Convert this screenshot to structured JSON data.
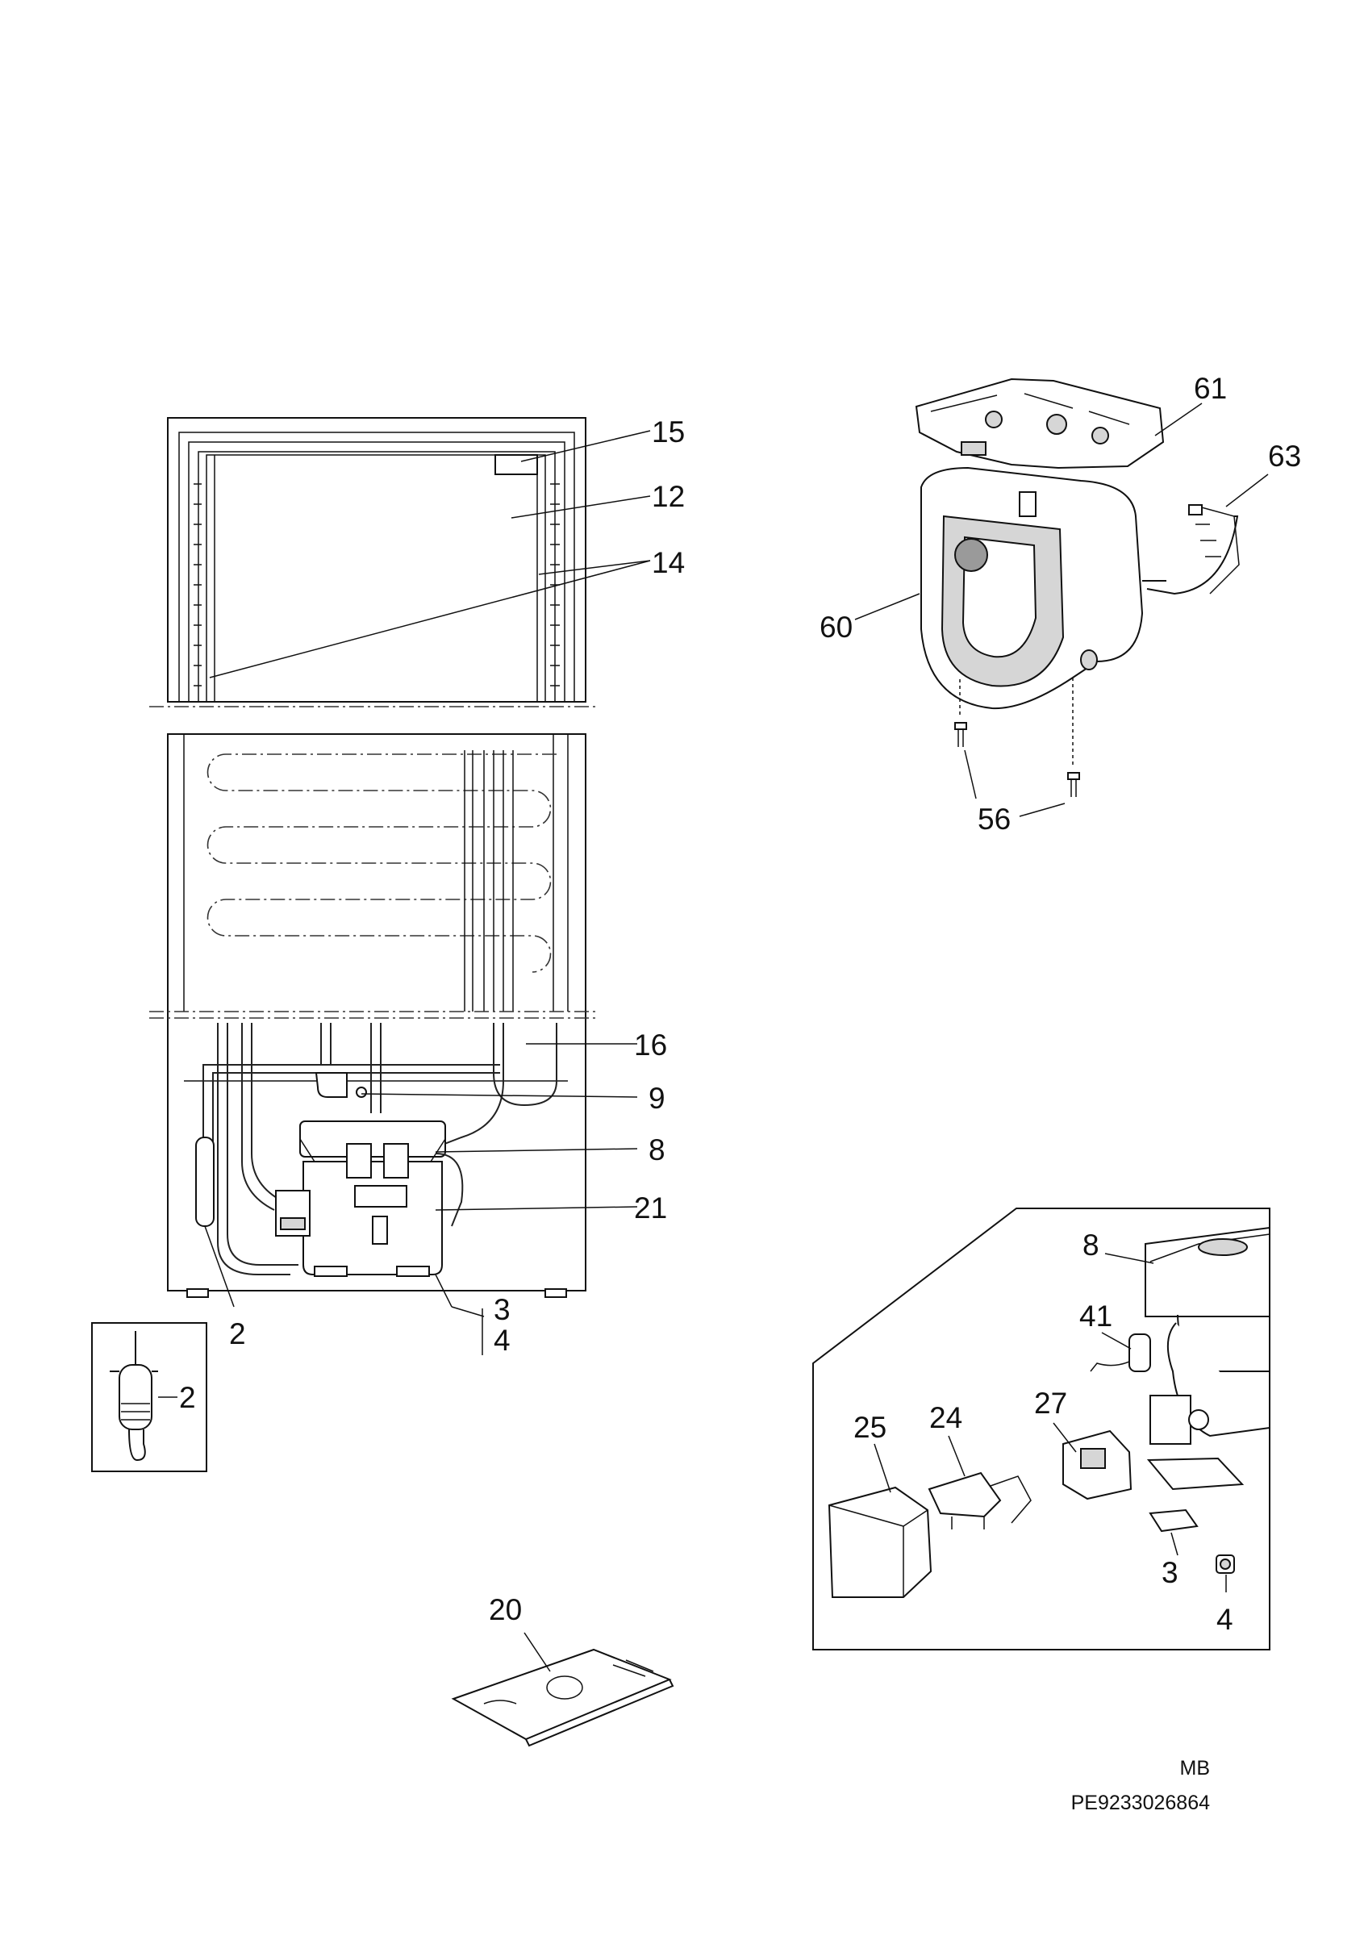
{
  "labels": {
    "p15": "15",
    "p12": "12",
    "p14": "14",
    "p16": "16",
    "p9": "9",
    "p8": "8",
    "p21": "21",
    "p2": "2",
    "p3": "3",
    "p4": "4",
    "p2_detail": "2",
    "p20": "20",
    "p61": "61",
    "p63": "63",
    "p60": "60",
    "p56": "56",
    "p8_inset": "8",
    "p41": "41",
    "p27": "27",
    "p24": "24",
    "p25": "25",
    "p3_inset": "3",
    "p4_inset": "4"
  },
  "footer": {
    "code": "MB",
    "reference": "PE9233026864"
  }
}
